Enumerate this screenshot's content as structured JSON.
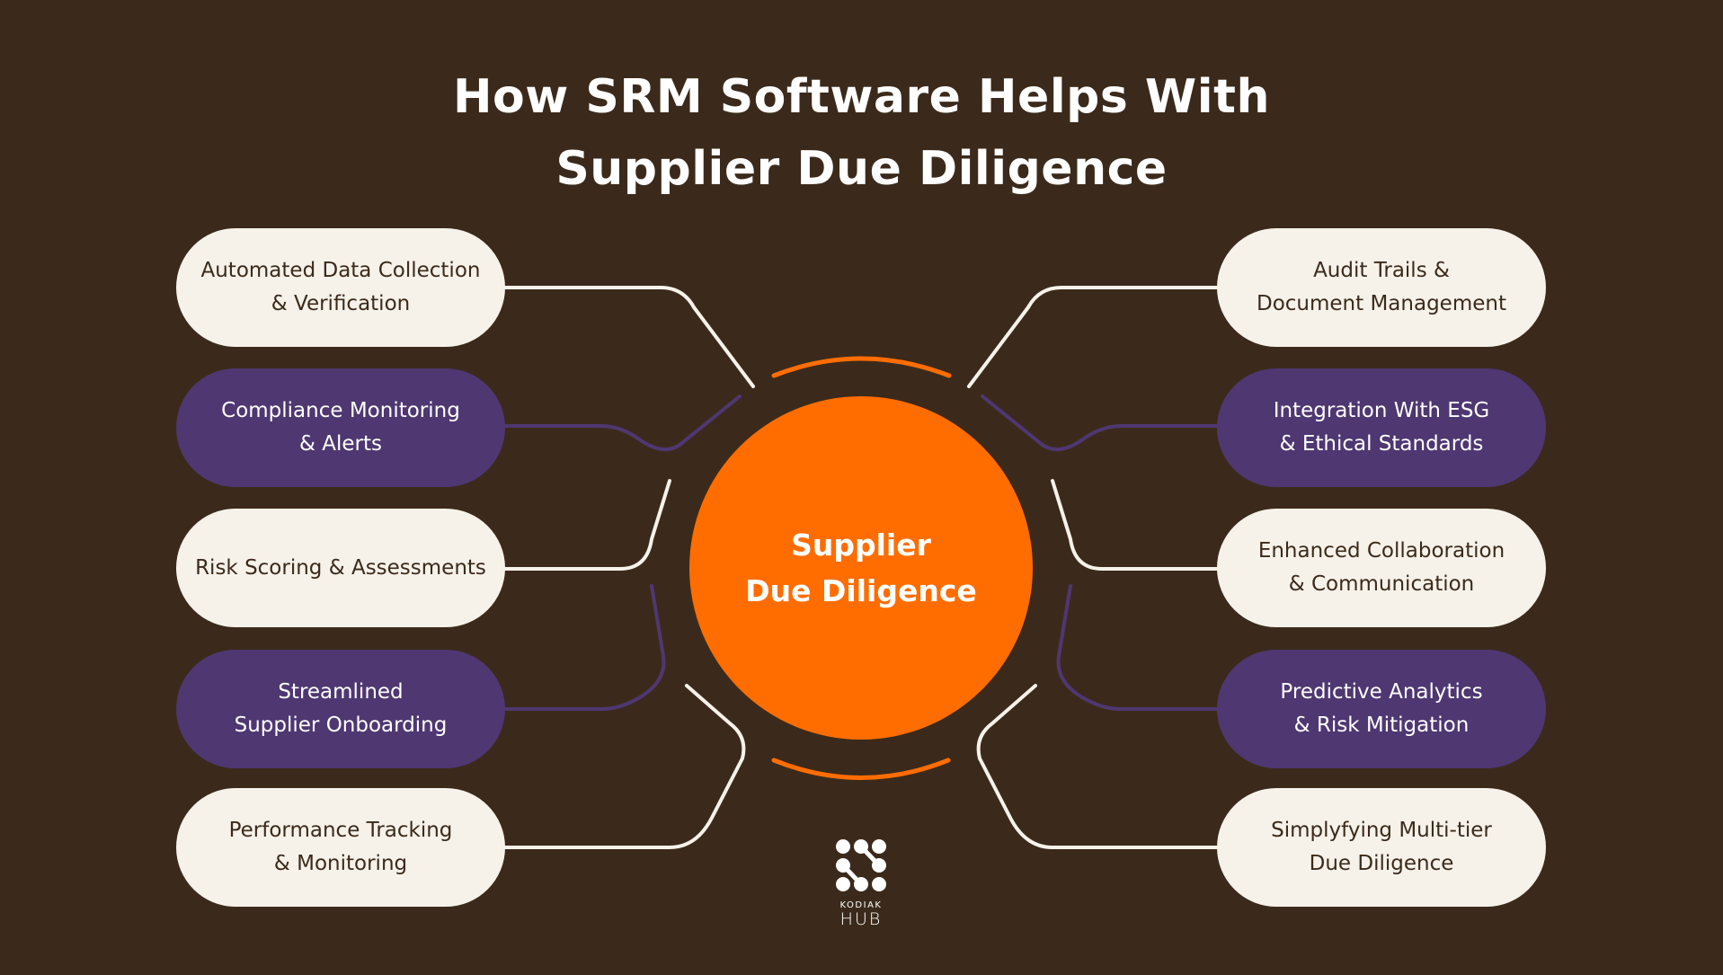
{
  "title": {
    "line1": "How SRM Software Helps With",
    "line2": "Supplier Due Diligence"
  },
  "center": {
    "line1": "Supplier",
    "line2": "Due Diligence"
  },
  "left_items": [
    {
      "line1": "Automated Data Collection",
      "line2": "& Verification",
      "style": "light"
    },
    {
      "line1": "Compliance Monitoring",
      "line2": "& Alerts",
      "style": "dark"
    },
    {
      "line1": "Risk Scoring & Assessments",
      "line2": "",
      "style": "light"
    },
    {
      "line1": "Streamlined",
      "line2": "Supplier Onboarding",
      "style": "dark"
    },
    {
      "line1": "Performance Tracking",
      "line2": "& Monitoring",
      "style": "light"
    }
  ],
  "right_items": [
    {
      "line1": "Audit Trails &",
      "line2": "Document Management",
      "style": "light"
    },
    {
      "line1": "Integration With ESG",
      "line2": "& Ethical Standards",
      "style": "dark"
    },
    {
      "line1": "Enhanced Collaboration",
      "line2": "& Communication",
      "style": "light"
    },
    {
      "line1": "Predictive Analytics",
      "line2": "& Risk Mitigation",
      "style": "dark"
    },
    {
      "line1": "Simplyfying Multi-tier",
      "line2": "Due Diligence",
      "style": "light"
    }
  ],
  "logo": {
    "icon": "kodiak-hub-dots-icon",
    "brand_line1": "KODIAK",
    "brand_line2": "HUB"
  },
  "colors": {
    "background": "#3b2a1b",
    "accent_orange": "#ff6d00",
    "purple": "#4f3772",
    "cream": "#f6f2ea",
    "text_dark": "#3b2a1b",
    "text_light": "#ffffff"
  }
}
